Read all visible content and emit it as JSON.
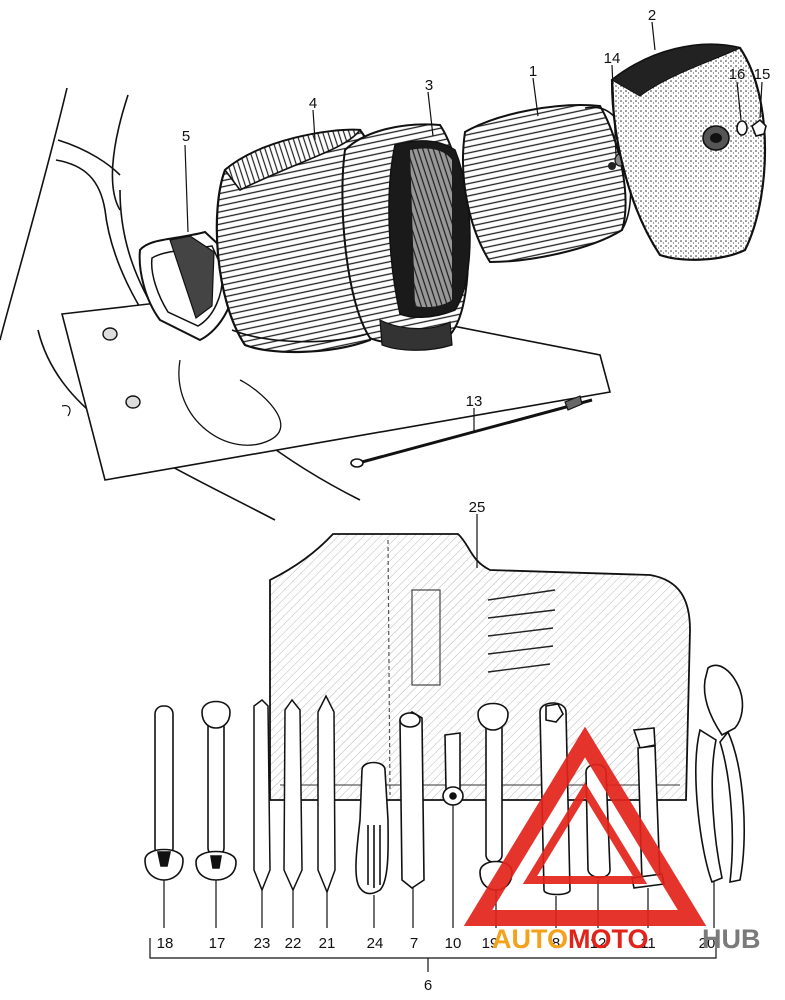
{
  "diagram": {
    "callouts": [
      {
        "id": "c1",
        "text": "1"
      },
      {
        "id": "c2",
        "text": "2"
      },
      {
        "id": "c3",
        "text": "3"
      },
      {
        "id": "c4",
        "text": "4"
      },
      {
        "id": "c5",
        "text": "5"
      },
      {
        "id": "c13",
        "text": "13"
      },
      {
        "id": "c14",
        "text": "14"
      },
      {
        "id": "c15",
        "text": "15"
      },
      {
        "id": "c16",
        "text": "16"
      },
      {
        "id": "c25",
        "text": "25"
      },
      {
        "id": "c6",
        "text": "6"
      }
    ],
    "tool_labels": [
      {
        "id": "t18",
        "text": "18"
      },
      {
        "id": "t17",
        "text": "17"
      },
      {
        "id": "t23",
        "text": "23"
      },
      {
        "id": "t22",
        "text": "22"
      },
      {
        "id": "t21",
        "text": "21"
      },
      {
        "id": "t24",
        "text": "24"
      },
      {
        "id": "t7",
        "text": "7"
      },
      {
        "id": "t10",
        "text": "10"
      },
      {
        "id": "t19",
        "text": "19"
      },
      {
        "id": "t8",
        "text": "8"
      },
      {
        "id": "t12",
        "text": "12"
      },
      {
        "id": "t11",
        "text": "11"
      },
      {
        "id": "t20",
        "text": "20"
      }
    ]
  },
  "watermark": {
    "text_a": "AUTO",
    "text_b": "MOTO",
    "text_c": "HUB",
    "color_red": "#e2231a",
    "color_orange": "#f4a21b",
    "color_grey": "#7a7a7a"
  }
}
